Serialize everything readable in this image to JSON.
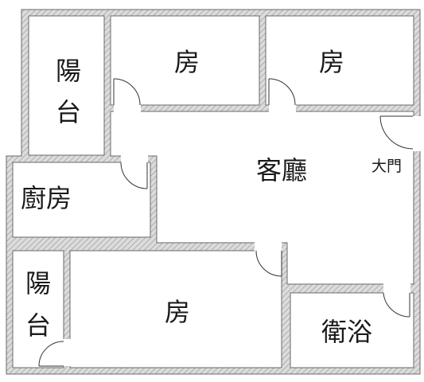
{
  "colors": {
    "wall_fill": "#d8d8d8",
    "wall_stroke": "#6a6a6a",
    "hatch": "#9a9a9a",
    "floor": "#ffffff",
    "door": "#333333"
  },
  "rooms": {
    "balcony_top": {
      "line1": "陽",
      "line2": "台"
    },
    "bedroom_top_left": {
      "label": "房"
    },
    "bedroom_top_right": {
      "label": "房"
    },
    "living_room": {
      "label": "客廳"
    },
    "main_door": {
      "label": "大門"
    },
    "kitchen": {
      "label": "廚房"
    },
    "balcony_bottom": {
      "line1": "陽",
      "line2": "台"
    },
    "bedroom_bottom": {
      "label": "房"
    },
    "bathroom": {
      "label": "衛浴"
    }
  }
}
